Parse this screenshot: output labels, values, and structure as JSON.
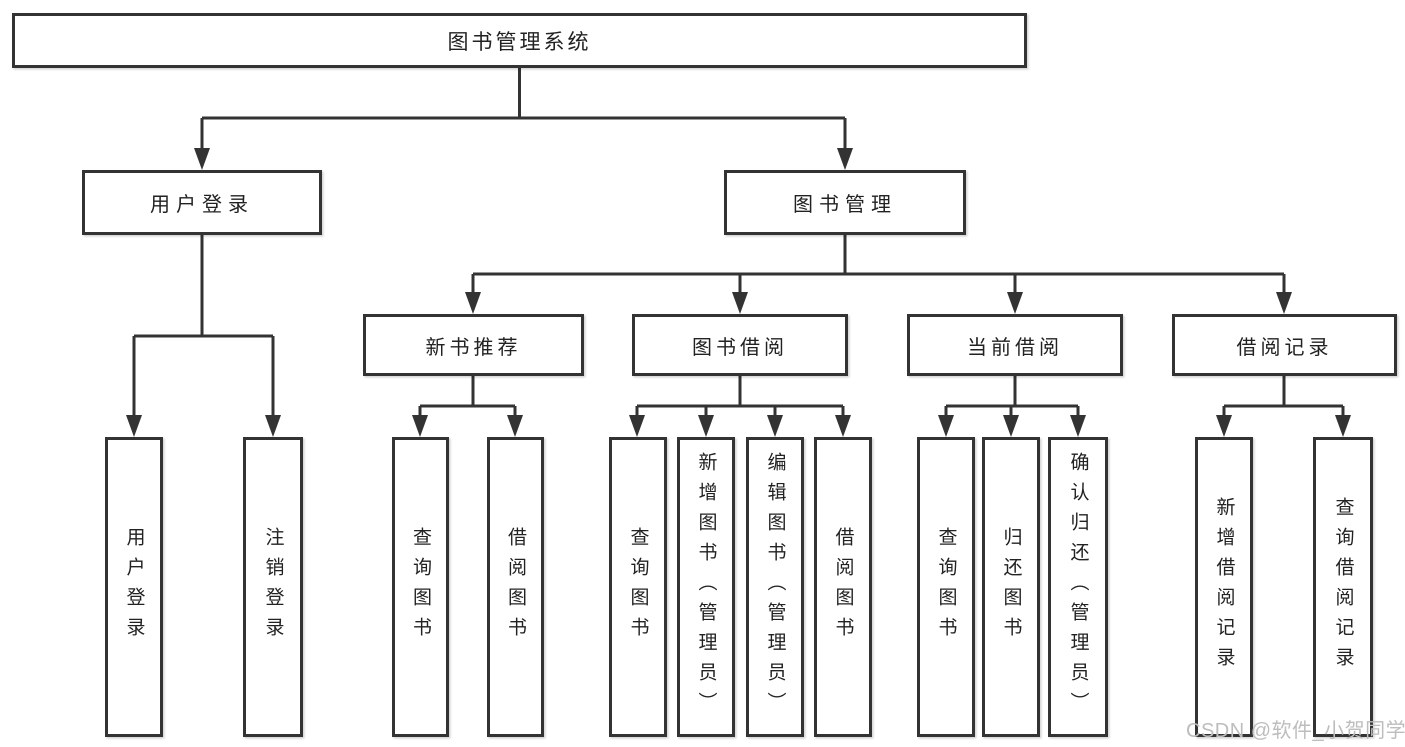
{
  "diagram": {
    "title": "图书管理系统",
    "level2": [
      "用户登录",
      "图书管理"
    ],
    "level3": [
      "新书推荐",
      "图书借阅",
      "当前借阅",
      "借阅记录"
    ],
    "leaves": {
      "user_login": [
        "用户登录",
        "注销登录"
      ],
      "new_books": [
        "查询图书",
        "借阅图书"
      ],
      "book_borrow": [
        "查询图书",
        "新增图书（管理员）",
        "编辑图书（管理员）",
        "借阅图书"
      ],
      "current_borrow": [
        "查询图书",
        "归还图书",
        "确认归还（管理员）"
      ],
      "borrow_records": [
        "新增借阅记录",
        "查询借阅记录"
      ]
    },
    "colors": {
      "line": "#333333",
      "box_border": "#333333",
      "text": "#222222",
      "background": "#ffffff",
      "watermark": "#bdbdbd"
    }
  },
  "watermark": "CSDN @软件_小贺同学"
}
